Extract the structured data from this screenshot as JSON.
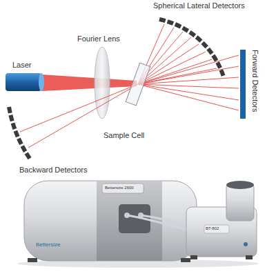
{
  "diagram": {
    "labels": [
      "Spherical Lateral Detectors",
      "Fourier Lens",
      "Laser",
      "Sample Cell",
      "Forward Detectors",
      "Backward Detectors",
      "Bettersize 2600",
      "Bettersize",
      "BT-802"
    ]
  }
}
